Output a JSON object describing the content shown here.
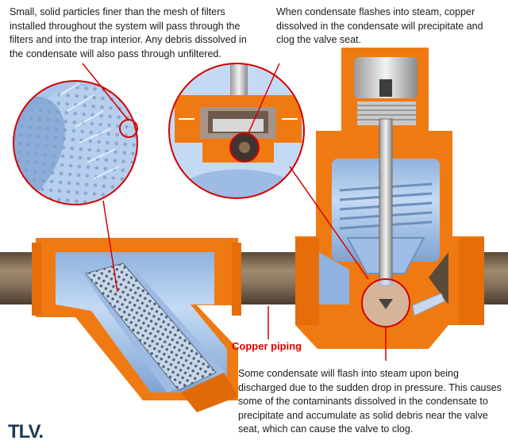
{
  "notes": {
    "strainer": "Small, solid particles finer than the mesh of filters installed throughout the system will pass through the filters and into the trap interior. Any debris dissolved in the condensate will also pass through unfiltered.",
    "valve_seat": "When condensate flashes into steam, copper dissolved in the condensate will precipitate and clog the valve seat.",
    "flash": "Some condensate will flash into steam upon being discharged due to the sudden drop in pressure. This causes some of the contaminants dissolved in the condensate to precipitate and accumulate as solid debris near the valve seat, which can cause the valve to clog."
  },
  "labels": {
    "copper_piping": "Copper piping"
  },
  "logo": {
    "text": "TLV."
  },
  "colors": {
    "body_orange": "#f07a12",
    "pipe_brown": "#7d6a55",
    "water_blue": "#a9c7ec",
    "callout_red": "#d40000"
  }
}
